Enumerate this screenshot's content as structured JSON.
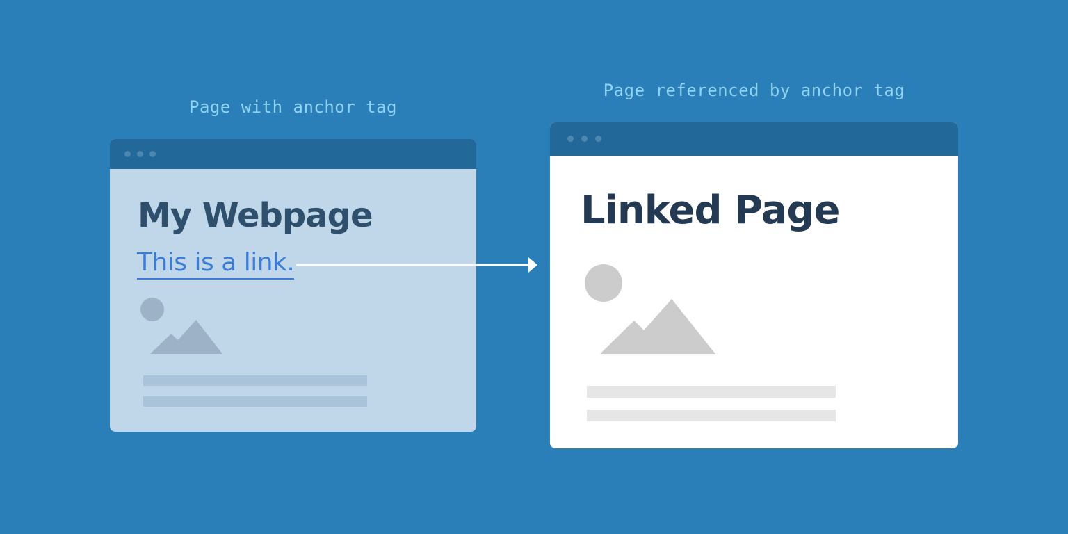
{
  "captions": {
    "source": "Page with anchor tag",
    "target": "Page referenced by anchor tag"
  },
  "source_page": {
    "title": "My Webpage",
    "link_text": "This is a link."
  },
  "target_page": {
    "title": "Linked Page"
  },
  "colors": {
    "background": "#2b7fb8",
    "titlebar": "#226899",
    "link": "#3a7cd6",
    "caption": "#8fd3f7"
  }
}
